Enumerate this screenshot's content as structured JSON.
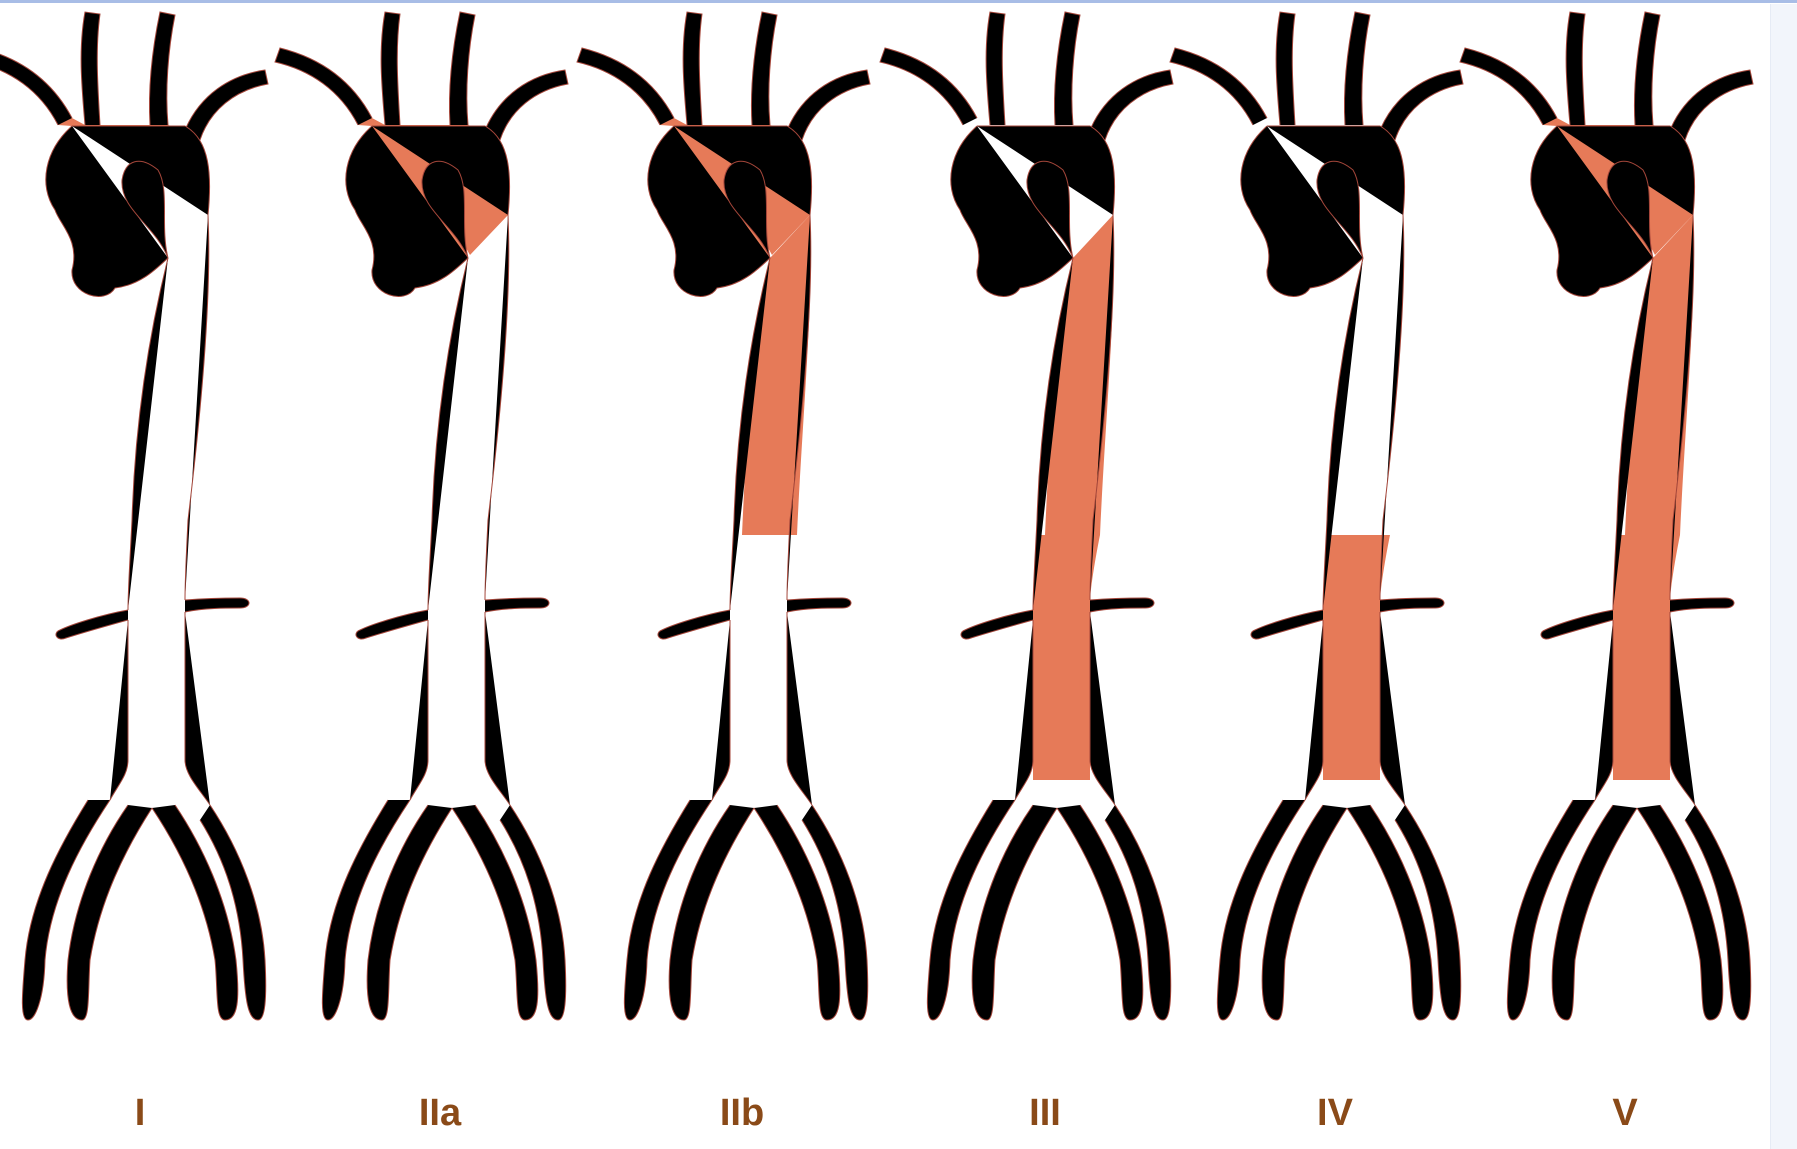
{
  "diagram": {
    "fill_color": "#e67a58",
    "outline_color": "#a4463a",
    "label_color": "#8a4a18",
    "panels": [
      {
        "label": "I",
        "highlighted": [
          "arch-branches"
        ]
      },
      {
        "label": "IIa",
        "highlighted": [
          "arch-branches",
          "ascending-arch"
        ]
      },
      {
        "label": "IIb",
        "highlighted": [
          "arch-branches",
          "ascending-arch",
          "descending-thoracic"
        ]
      },
      {
        "label": "III",
        "highlighted": [
          "descending-thoracic",
          "abdominal-renal"
        ]
      },
      {
        "label": "IV",
        "highlighted": [
          "abdominal-renal"
        ]
      },
      {
        "label": "V",
        "highlighted": [
          "arch-branches",
          "ascending-arch",
          "descending-thoracic",
          "abdominal-renal"
        ]
      }
    ]
  }
}
